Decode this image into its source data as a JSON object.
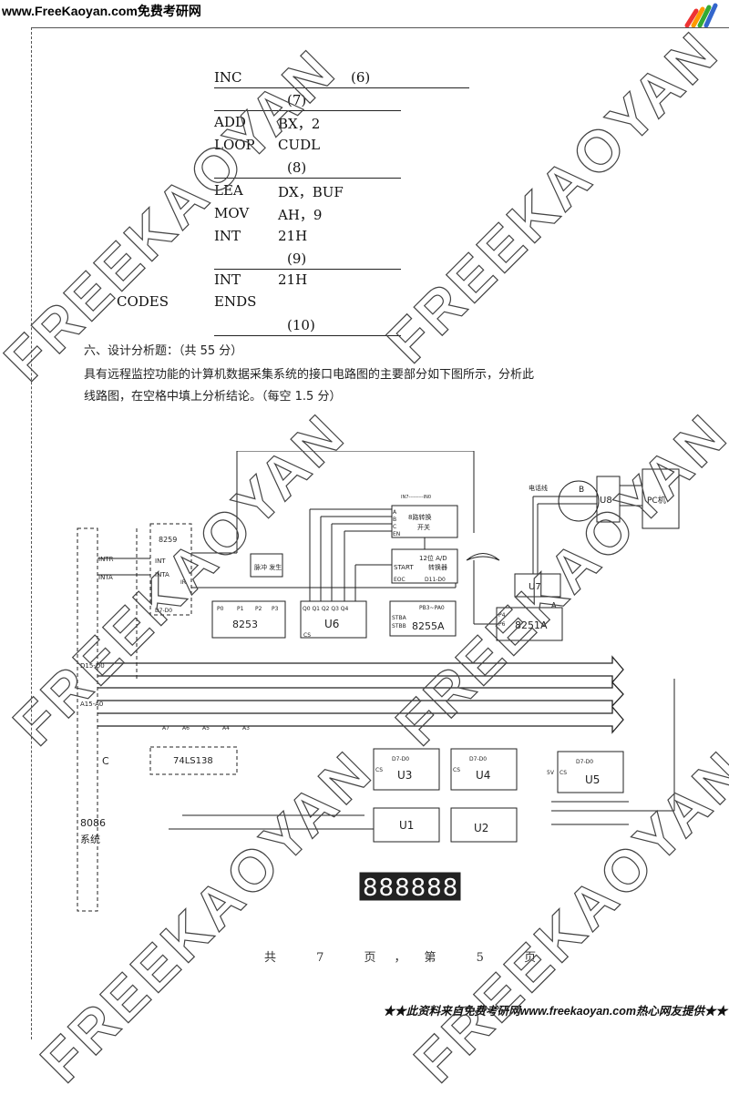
{
  "header": {
    "site": "www.FreeKaoyan.com免费考研网"
  },
  "code": [
    {
      "op": "INC",
      "arg": "",
      "blank": "(6)"
    },
    {
      "op": "",
      "arg": "",
      "blank": "(7)"
    },
    {
      "op": "ADD",
      "arg": "BX，2",
      "blank": ""
    },
    {
      "op": "LOOP",
      "arg": "CUDL",
      "blank": ""
    },
    {
      "op": "",
      "arg": "",
      "blank": "(8)"
    },
    {
      "op": "LEA",
      "arg": "DX，BUF",
      "blank": ""
    },
    {
      "op": "MOV",
      "arg": "AH，9",
      "blank": ""
    },
    {
      "op": "INT",
      "arg": "21H",
      "blank": ""
    },
    {
      "op": "",
      "arg": "",
      "blank": "(9)"
    },
    {
      "op": "INT",
      "arg": "21H",
      "blank": ""
    },
    {
      "label": "CODES",
      "op": "ENDS",
      "arg": "",
      "blank": ""
    },
    {
      "op": "",
      "arg": "",
      "blank": "(10)"
    }
  ],
  "section": {
    "title": "六、设计分析题：（共 55 分）",
    "line1": "具有远程监控功能的计算机数据采集系统的接口电路图的主要部分如下图所示，分析此",
    "line2": "线路图，在空格中填上分析结论。（每空 1.5 分）"
  },
  "diagram": {
    "intr": "INTR",
    "inta": "INTA",
    "c8259": "8259",
    "int": "INT",
    "inta2": "INTA",
    "ir": "IR",
    "d70": "D7-D0",
    "pulse": "脉冲 发生",
    "c8253": "8253",
    "p": [
      "P0",
      "P1",
      "P2",
      "P3"
    ],
    "cs": "CS",
    "u6": "U6",
    "u6q": "Q0 Q1 Q2 Q3 Q4",
    "in": "IN7---------IN0",
    "mux1": "8路转换",
    "mux2": "开关",
    "abc": [
      "A",
      "B",
      "C",
      "EN"
    ],
    "ad1": "12位 A/D",
    "ad2": "转换器",
    "start": "START",
    "eoc": "EOC",
    "d110": "D11-D0",
    "pb": "PB3~PA0",
    "stba": "STBA",
    "stbb": "STBB",
    "c8255": "8255A",
    "phone": "电话线",
    "b": "B",
    "a": "A",
    "u8": "U8",
    "pc": "PC机",
    "u7": "U7",
    "c8251": "8251A",
    "pin1": "P4",
    "pin2": "P6",
    "dbus": "D15-D0",
    "abus": "A15-A0",
    "addr": [
      "A7",
      "A6",
      "A5",
      "A4",
      "A3"
    ],
    "c74": "74LS138",
    "cin": "C",
    "sys1": "8086",
    "sys2": "系统",
    "u3": "U3",
    "u4": "U4",
    "u5": "U5",
    "u1": "U1",
    "u2": "U2",
    "v5": "5V",
    "seg": "888888"
  },
  "footer": {
    "text": "共 7 页，第 5 页"
  },
  "bottom": {
    "text": "★★此资料来自免费考研网www.freekaoyan.com热心网友提供★★"
  },
  "watermark": "FREEKAOYAN"
}
